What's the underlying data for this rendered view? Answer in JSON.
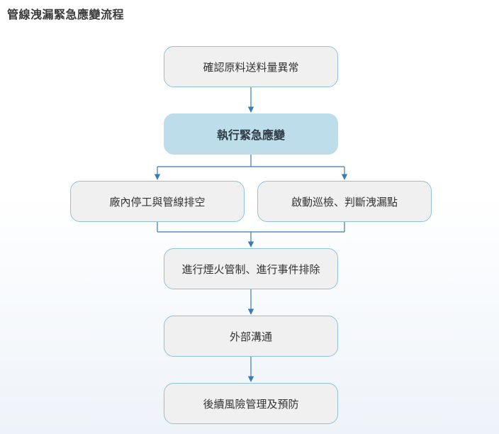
{
  "title": "管線洩漏緊急應變流程",
  "flow": {
    "step1": "確認原料送料量異常",
    "step2": "執行緊急應變",
    "step3a": "廠內停工與管線排空",
    "step3b": "啟動巡檢、判斷洩漏點",
    "step4": "進行煙火管制、進行事件排除",
    "step5": "外部溝通",
    "step6": "後續風險管理及預防"
  },
  "colors": {
    "node_fill": "#f0f0f0",
    "node_border": "#8fc1d9",
    "highlight_fill": "#bcdde9",
    "connector": "#3a7bb0"
  }
}
